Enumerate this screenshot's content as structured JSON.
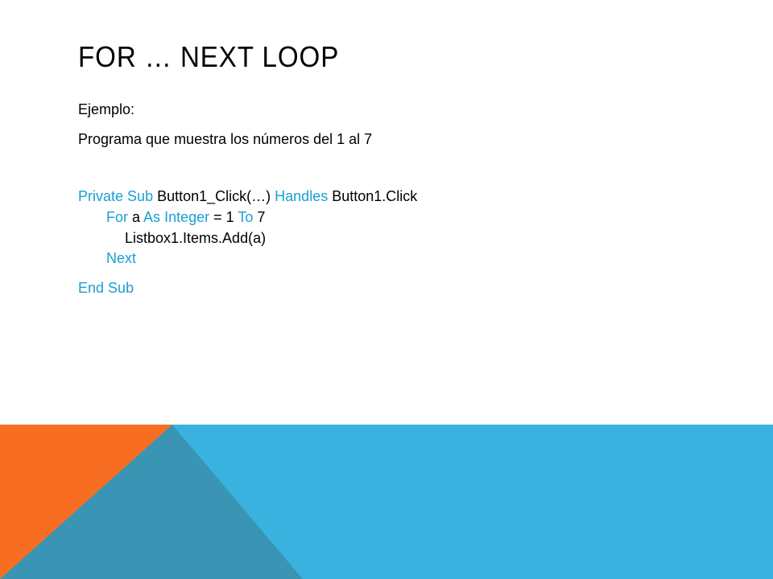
{
  "slide": {
    "title": "FOR … NEXT LOOP",
    "example_label": "Ejemplo:",
    "description": "Programa que muestra los números del 1 al 7"
  },
  "code": {
    "line1": {
      "kw_private": "Private",
      "kw_sub": "Sub",
      "text_signature": "Button1_Click(…)",
      "kw_handles": "Handles",
      "text_event": "Button1.Click"
    },
    "line2": {
      "kw_for": "For",
      "text_var": "a",
      "kw_as": "As",
      "kw_integer": "Integer",
      "text_assign": "= 1",
      "kw_to": "To",
      "text_end": "7"
    },
    "line3": {
      "text_call": "Listbox1.Items.Add(a)"
    },
    "line4": {
      "kw_next": "Next"
    },
    "line5": {
      "kw_end": "End",
      "kw_sub": "Sub"
    }
  },
  "colors": {
    "keyword": "#1a9fd6",
    "band_blue": "#3ab2e0",
    "triangle_dark": "#3a95b5",
    "triangle_orange": "#f76e22"
  }
}
